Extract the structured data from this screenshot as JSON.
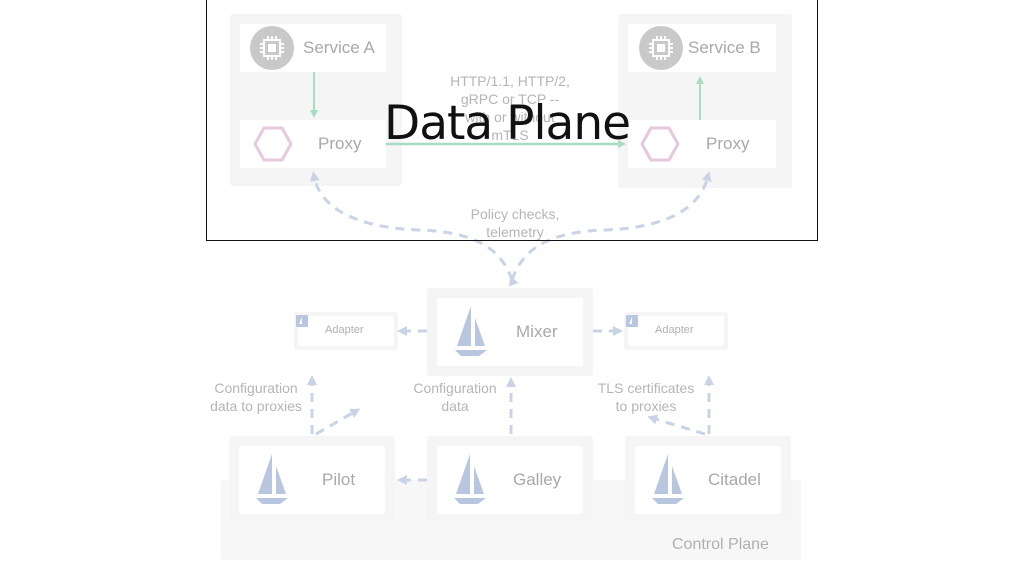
{
  "overlay_title": "Data Plane",
  "data_plane": {
    "service_a": "Service A",
    "service_b": "Service B",
    "proxy_a": "Proxy",
    "proxy_b": "Proxy",
    "protocol_note": [
      "HTTP/1.1, HTTP/2,",
      "gRPC or TCP --",
      "with or without",
      "mTLS"
    ],
    "policy_note": [
      "Policy checks,",
      "telemetry"
    ]
  },
  "control_plane": {
    "label": "Control Plane",
    "mixer": "Mixer",
    "adapter_left": "Adapter",
    "adapter_right": "Adapter",
    "pilot": "Pilot",
    "galley": "Galley",
    "citadel": "Citadel",
    "pilot_note": [
      "Configuration",
      "data to proxies"
    ],
    "galley_note": [
      "Configuration",
      "data"
    ],
    "citadel_note": [
      "TLS certificates",
      "to proxies"
    ]
  },
  "colors": {
    "solid_arrow": "#a8dcc0",
    "dashed_arrow": "#c9d3e6",
    "sail": "#b8c6df",
    "hexagon": "#e6c9df",
    "chip": "#c9c9c9"
  }
}
